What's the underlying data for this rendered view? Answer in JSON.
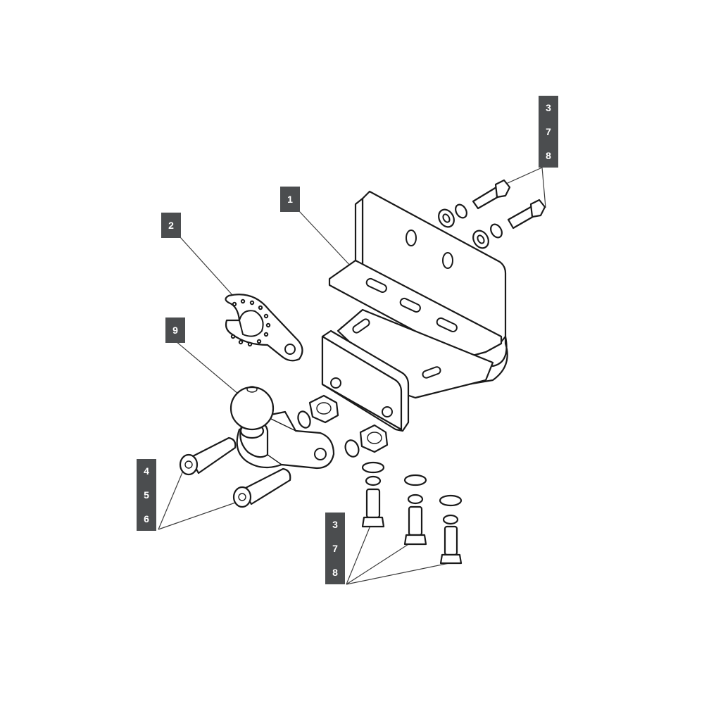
{
  "labels": {
    "part_1": "1",
    "part_2": "2",
    "part_9": "9",
    "stack_top": [
      "3",
      "7",
      "8"
    ],
    "stack_left": [
      "4",
      "5",
      "6"
    ],
    "stack_bottom": [
      "3",
      "7",
      "8"
    ]
  },
  "colors": {
    "callout_bg": "#4b4d4f",
    "callout_text": "#ffffff",
    "line": "#1a1a1a"
  }
}
